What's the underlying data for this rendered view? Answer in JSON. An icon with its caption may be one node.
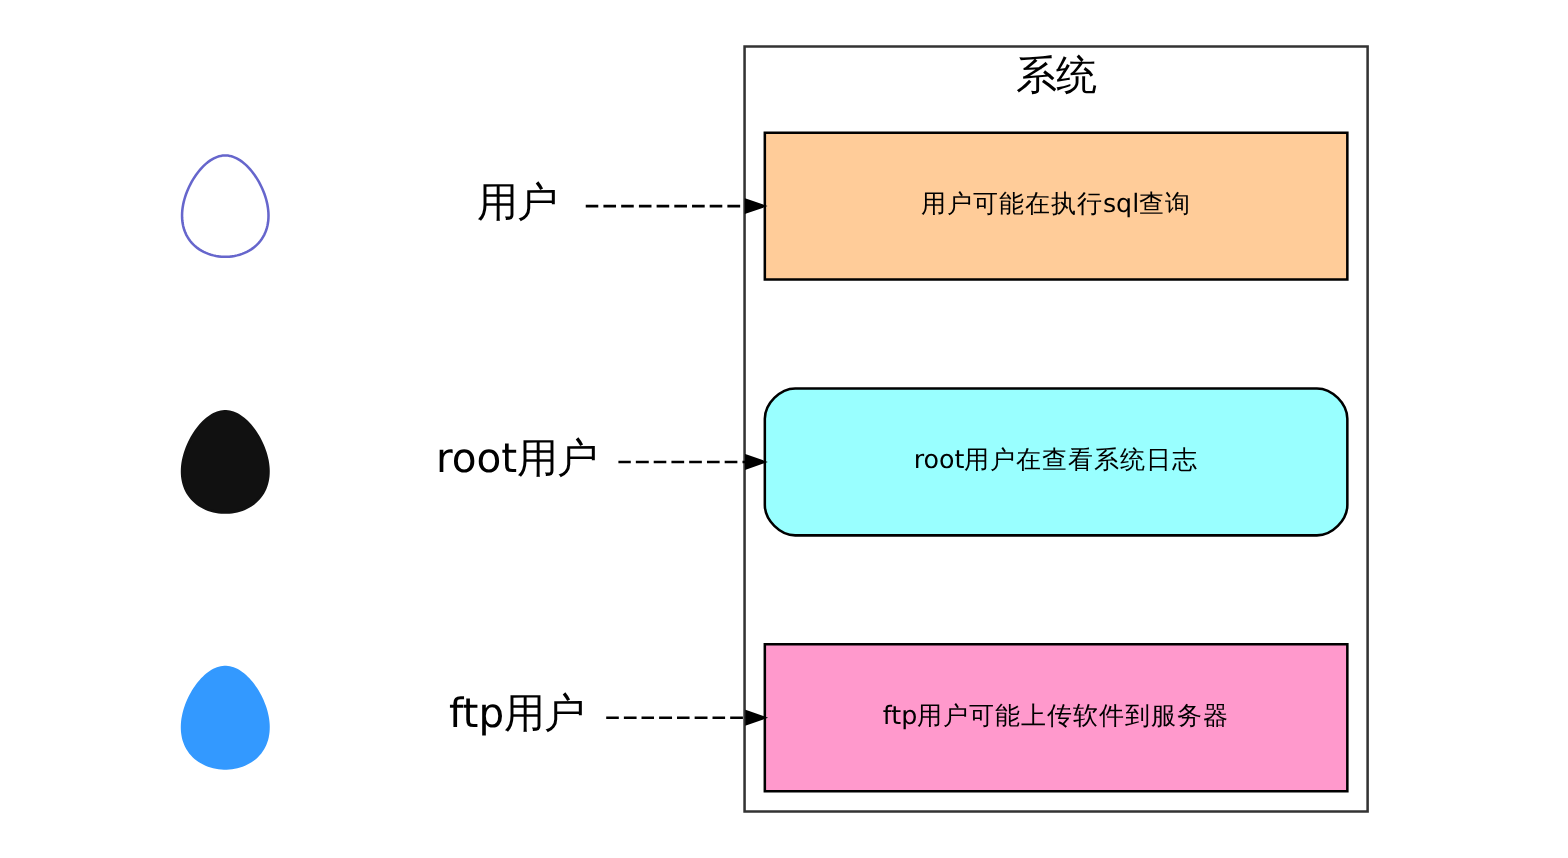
{
  "diagram": {
    "nodes": [
      {
        "text": [
          "系统"
        ]
      },
      {
        "text": [
          "用户可能在执行sql查询"
        ],
        "in": 0
      },
      {
        "text": [
          "root用户在查看系统日志"
        ],
        "in": 0
      },
      {
        "text": [
          "ftp用户可能上传软件到服务器"
        ],
        "in": 0
      },
      {
        "text": [],
        "shape": "person"
      },
      {
        "text": [
          "用户"
        ]
      },
      {
        "text": [],
        "shape": "person"
      },
      {
        "text": [
          "root用户"
        ]
      },
      {
        "text": [],
        "shape": "person"
      },
      {
        "text": [
          "ftp用户"
        ]
      }
    ],
    "edges": [
      {
        "from": 5,
        "to": 1,
        "arrow": "to",
        "style": "dashed"
      },
      {
        "from": 7,
        "to": 2,
        "arrow": "to",
        "style": "dashed"
      },
      {
        "from": 9,
        "to": 3,
        "arrow": "to",
        "style": "dashed"
      }
    ]
  }
}
